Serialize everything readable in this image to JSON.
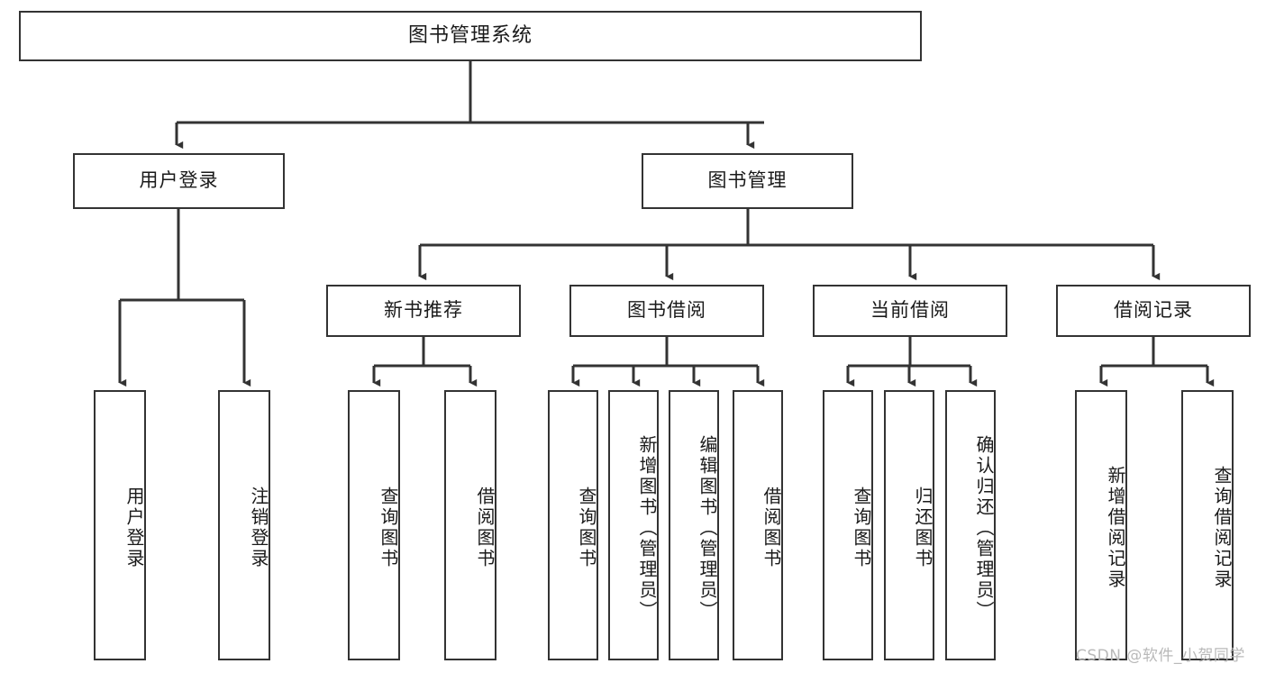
{
  "diagram": {
    "title": "图书管理系统",
    "watermark": "CSDN @软件_小贺同学",
    "line_color": "#333333",
    "box_fill": "#ffffff",
    "text_color": "#1a1a1a",
    "root": {
      "label": "图书管理系统"
    },
    "level2": [
      {
        "id": "user-login",
        "label": "用户登录"
      },
      {
        "id": "book-manage",
        "label": "图书管理"
      }
    ],
    "level3": [
      {
        "id": "new-book-recommend",
        "label": "新书推荐"
      },
      {
        "id": "book-borrow",
        "label": "图书借阅"
      },
      {
        "id": "current-borrow",
        "label": "当前借阅"
      },
      {
        "id": "borrow-record",
        "label": "借阅记录"
      }
    ],
    "leaves": [
      {
        "id": "leaf-user-login",
        "label": "用户登录",
        "parent": "user-login"
      },
      {
        "id": "leaf-user-logout",
        "label": "注销登录",
        "parent": "user-login"
      },
      {
        "id": "leaf-query-book-1",
        "label": "查询图书",
        "parent": "new-book-recommend"
      },
      {
        "id": "leaf-borrow-book-1",
        "label": "借阅图书",
        "parent": "new-book-recommend"
      },
      {
        "id": "leaf-query-book-2",
        "label": "查询图书",
        "parent": "book-borrow"
      },
      {
        "id": "leaf-add-book",
        "label": "新增图书（管理员）",
        "parent": "book-borrow"
      },
      {
        "id": "leaf-edit-book",
        "label": "编辑图书（管理员）",
        "parent": "book-borrow"
      },
      {
        "id": "leaf-borrow-book-2",
        "label": "借阅图书",
        "parent": "book-borrow"
      },
      {
        "id": "leaf-query-book-3",
        "label": "查询图书",
        "parent": "current-borrow"
      },
      {
        "id": "leaf-return-book",
        "label": "归还图书",
        "parent": "current-borrow"
      },
      {
        "id": "leaf-confirm-return",
        "label": "确认归还（管理员）",
        "parent": "current-borrow"
      },
      {
        "id": "leaf-add-record",
        "label": "新增借阅记录",
        "parent": "borrow-record"
      },
      {
        "id": "leaf-query-record",
        "label": "查询借阅记录",
        "parent": "borrow-record"
      }
    ]
  }
}
